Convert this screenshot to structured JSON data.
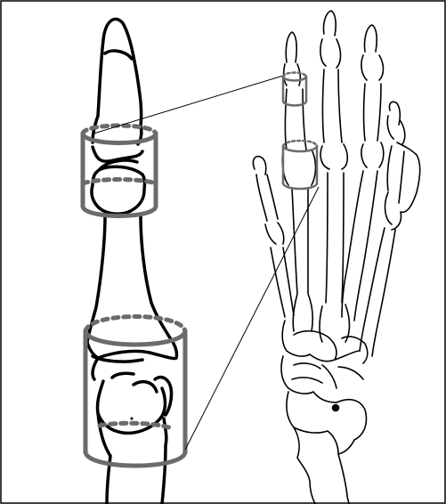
{
  "figure": {
    "description_text": "",
    "colors": {
      "background": "#ffffff",
      "bone_outline": "#000000",
      "cylinder_marker": "#6b6b6b",
      "frame": "#000000"
    },
    "components": [
      "frame",
      "enlarged-toe-view",
      "foot-skeleton-view",
      "zoom-connector-lines",
      "distal-joint-cylinder-marker",
      "proximal-joint-cylinder-marker"
    ]
  }
}
